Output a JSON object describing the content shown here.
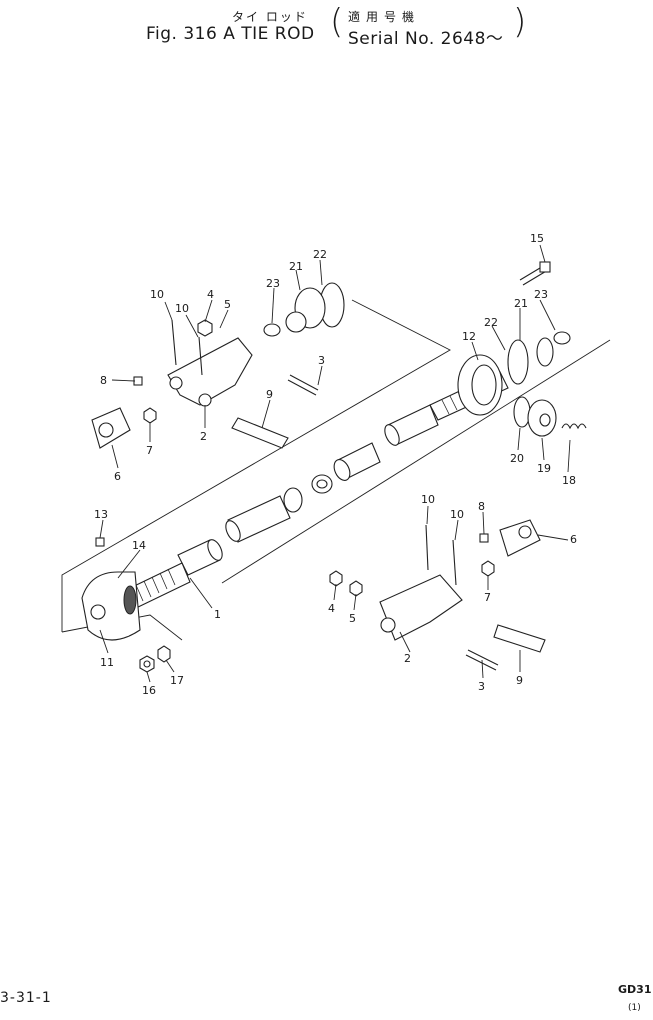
{
  "header": {
    "japanese_title": "タイ ロッド",
    "japanese_serial": "適用号機",
    "figure_title": "Fig. 316 A   TIE ROD",
    "serial_label": "Serial No. 2648～",
    "paren_open": "(",
    "paren_close": ")"
  },
  "footer": {
    "page_code": "3-31-1",
    "drawing_code": "GD31",
    "sheet_no": "(1)"
  },
  "callouts": [
    {
      "id": "c1a",
      "label": "1"
    },
    {
      "id": "c2a",
      "label": "2"
    },
    {
      "id": "c2b",
      "label": "2"
    },
    {
      "id": "c3a",
      "label": "3"
    },
    {
      "id": "c3b",
      "label": "3"
    },
    {
      "id": "c4a",
      "label": "4"
    },
    {
      "id": "c4b",
      "label": "4"
    },
    {
      "id": "c5a",
      "label": "5"
    },
    {
      "id": "c5b",
      "label": "5"
    },
    {
      "id": "c6a",
      "label": "6"
    },
    {
      "id": "c6b",
      "label": "6"
    },
    {
      "id": "c7a",
      "label": "7"
    },
    {
      "id": "c7b",
      "label": "7"
    },
    {
      "id": "c8a",
      "label": "8"
    },
    {
      "id": "c8b",
      "label": "8"
    },
    {
      "id": "c9a",
      "label": "9"
    },
    {
      "id": "c9b",
      "label": "9"
    },
    {
      "id": "c10a",
      "label": "10"
    },
    {
      "id": "c10b",
      "label": "10"
    },
    {
      "id": "c10c",
      "label": "10"
    },
    {
      "id": "c10d",
      "label": "10"
    },
    {
      "id": "c11",
      "label": "11"
    },
    {
      "id": "c12",
      "label": "12"
    },
    {
      "id": "c13",
      "label": "13"
    },
    {
      "id": "c14",
      "label": "14"
    },
    {
      "id": "c15",
      "label": "15"
    },
    {
      "id": "c16",
      "label": "16"
    },
    {
      "id": "c17",
      "label": "17"
    },
    {
      "id": "c18",
      "label": "18"
    },
    {
      "id": "c19",
      "label": "19"
    },
    {
      "id": "c20",
      "label": "20"
    },
    {
      "id": "c21a",
      "label": "21"
    },
    {
      "id": "c21b",
      "label": "21"
    },
    {
      "id": "c22a",
      "label": "22"
    },
    {
      "id": "c22b",
      "label": "22"
    },
    {
      "id": "c23a",
      "label": "23"
    },
    {
      "id": "c23b",
      "label": "23"
    }
  ]
}
